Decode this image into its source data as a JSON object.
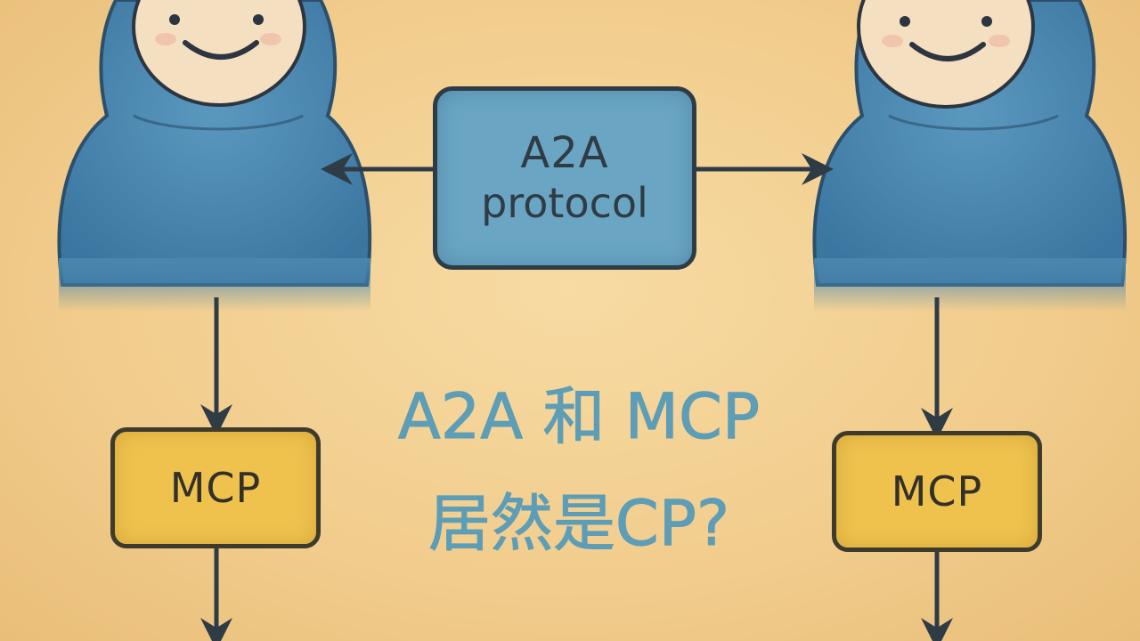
{
  "protocol_box": {
    "line1": "A2A",
    "line2": "protocol"
  },
  "mcp_left": {
    "label": "MCP"
  },
  "mcp_right": {
    "label": "MCP"
  },
  "caption": {
    "line1": "A2A 和 MCP",
    "line2": "居然是CP?"
  },
  "colors": {
    "background": "#f2cf8f",
    "agent_blue": "#4a86ad",
    "protocol_box": "#6aa6c4",
    "mcp_box": "#efc24e",
    "caption": "#5d9db6",
    "stroke": "#2f3b45"
  }
}
